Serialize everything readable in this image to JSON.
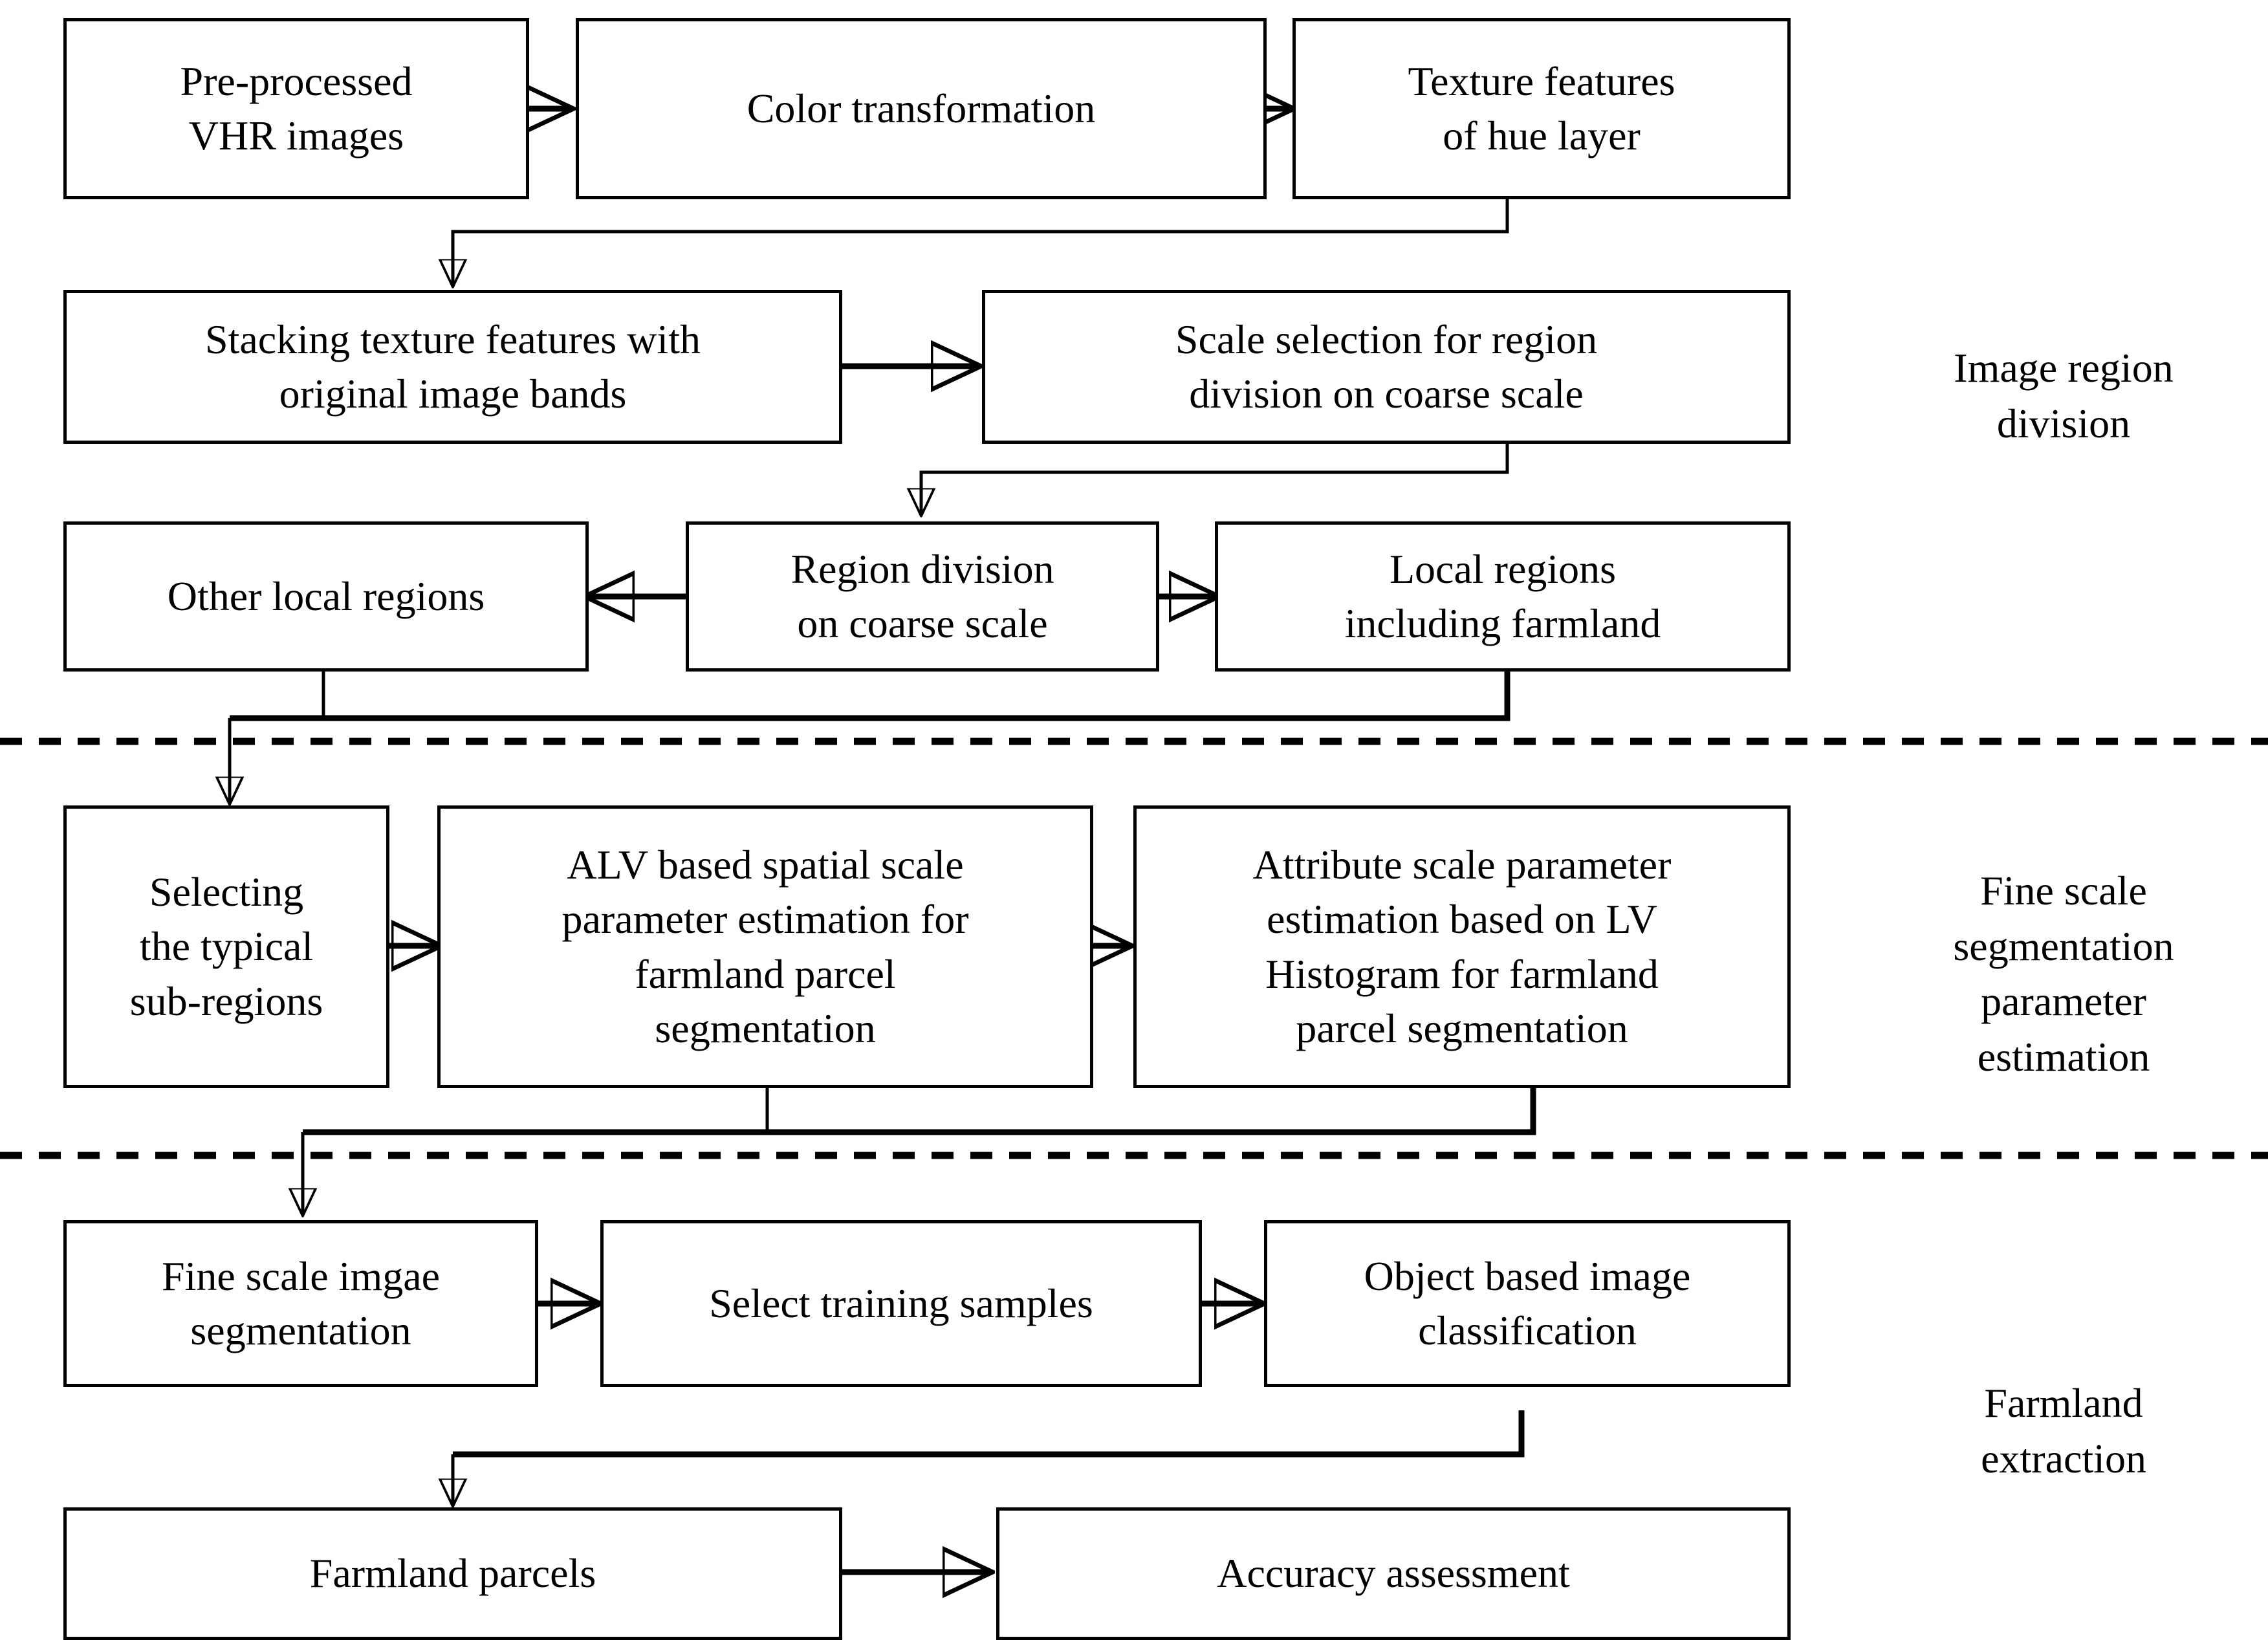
{
  "figure": {
    "type": "flowchart",
    "title": "Farmland extraction workflow from pre-processed VHR images",
    "background_color": "#ffffff",
    "line_color": "#000000",
    "text_color": "#000000"
  },
  "stages": [
    {
      "id": "image-region-division",
      "label": "Image region\ndivision"
    },
    {
      "id": "fine-scale-segmentation-parameter-estimation",
      "label": "Fine scale\nsegmentation\nparameter\nestimation"
    },
    {
      "id": "farmland-extraction",
      "label": "Farmland\nextraction"
    }
  ],
  "nodes": [
    {
      "id": "pre-processed-vhr-images",
      "label": "Pre-processed\nVHR images"
    },
    {
      "id": "color-transformation",
      "label": "Color transformation"
    },
    {
      "id": "texture-features-of-hue-layer",
      "label": "Texture features\nof hue layer"
    },
    {
      "id": "stacking-texture-features",
      "label": "Stacking texture features with\noriginal image bands"
    },
    {
      "id": "scale-selection-for-region-division",
      "label": "Scale selection for region\ndivision on coarse scale"
    },
    {
      "id": "other-local-regions",
      "label": "Other local regions"
    },
    {
      "id": "region-division-on-coarse-scale",
      "label": "Region division\non coarse scale"
    },
    {
      "id": "local-regions-including-farmland",
      "label": "Local regions\nincluding farmland"
    },
    {
      "id": "selecting-the-typical-sub-regions",
      "label": "Selecting\nthe typical\nsub-regions"
    },
    {
      "id": "alv-based-spatial-scale-parameter-estimation",
      "label": "ALV based spatial scale\nparameter estimation for\nfarmland parcel\nsegmentation"
    },
    {
      "id": "attribute-scale-parameter-estimation",
      "label": "Attribute scale parameter\nestimation based on LV\nHistogram for farmland\nparcel segmentation"
    },
    {
      "id": "fine-scale-image-segmentation",
      "label": "Fine scale imgae\nsegmentation"
    },
    {
      "id": "select-training-samples",
      "label": "Select training samples"
    },
    {
      "id": "object-based-image-classification",
      "label": "Object based image\nclassification"
    },
    {
      "id": "farmland-parcels",
      "label": "Farmland parcels"
    },
    {
      "id": "accuracy-assessment",
      "label": "Accuracy assessment"
    }
  ],
  "edges": [
    {
      "from": "pre-processed-vhr-images",
      "to": "color-transformation"
    },
    {
      "from": "color-transformation",
      "to": "texture-features-of-hue-layer"
    },
    {
      "from": "texture-features-of-hue-layer",
      "to": "stacking-texture-features"
    },
    {
      "from": "stacking-texture-features",
      "to": "scale-selection-for-region-division"
    },
    {
      "from": "scale-selection-for-region-division",
      "to": "region-division-on-coarse-scale"
    },
    {
      "from": "region-division-on-coarse-scale",
      "to": "other-local-regions"
    },
    {
      "from": "region-division-on-coarse-scale",
      "to": "local-regions-including-farmland"
    },
    {
      "from": "other-local-regions",
      "to": "selecting-the-typical-sub-regions"
    },
    {
      "from": "local-regions-including-farmland",
      "to": "selecting-the-typical-sub-regions"
    },
    {
      "from": "selecting-the-typical-sub-regions",
      "to": "alv-based-spatial-scale-parameter-estimation"
    },
    {
      "from": "alv-based-spatial-scale-parameter-estimation",
      "to": "attribute-scale-parameter-estimation"
    },
    {
      "from": "alv-based-spatial-scale-parameter-estimation",
      "to": "fine-scale-image-segmentation"
    },
    {
      "from": "attribute-scale-parameter-estimation",
      "to": "fine-scale-image-segmentation"
    },
    {
      "from": "fine-scale-image-segmentation",
      "to": "select-training-samples"
    },
    {
      "from": "select-training-samples",
      "to": "object-based-image-classification"
    },
    {
      "from": "object-based-image-classification",
      "to": "farmland-parcels"
    },
    {
      "from": "farmland-parcels",
      "to": "accuracy-assessment"
    }
  ],
  "separators": [
    {
      "id": "separator-top",
      "style": "dashed"
    },
    {
      "id": "separator-bottom",
      "style": "dashed"
    }
  ]
}
